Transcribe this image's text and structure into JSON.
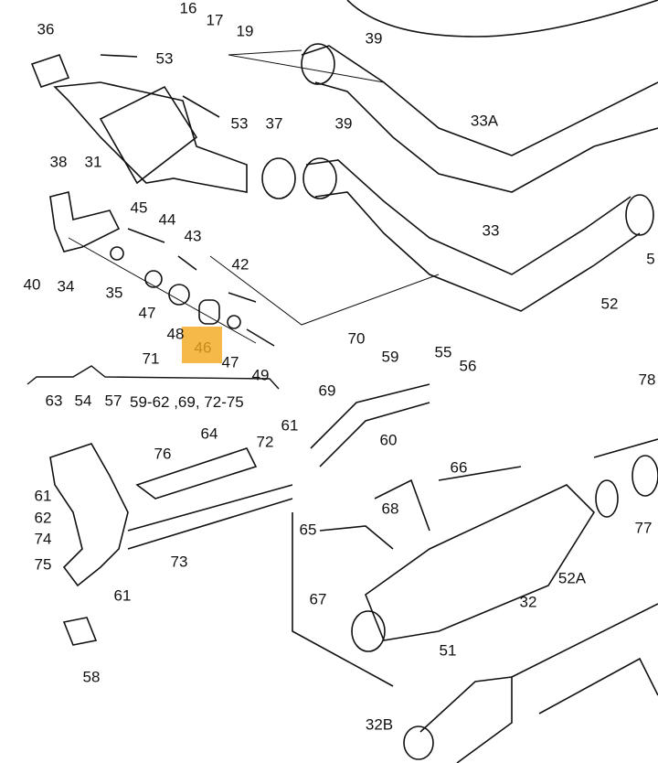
{
  "highlight_color": "#f5b94a",
  "highlighted_part": "46",
  "group_bracket": {
    "number": "71",
    "range": "59-62 ,69, 72-75"
  },
  "labels": [
    "16",
    "17",
    "19",
    "36",
    "53",
    "39",
    "53",
    "37",
    "39",
    "33A",
    "38",
    "31",
    "45",
    "44",
    "43",
    "40",
    "34",
    "35",
    "42",
    "47",
    "48",
    "46",
    "47",
    "49",
    "33",
    "5",
    "52",
    "70",
    "59",
    "55",
    "56",
    "63",
    "54",
    "57",
    "69",
    "64",
    "76",
    "61",
    "72",
    "60",
    "78",
    "61",
    "62",
    "74",
    "75",
    "61",
    "73",
    "66",
    "68",
    "65",
    "67",
    "52A",
    "77",
    "32",
    "58",
    "51",
    "32B"
  ]
}
